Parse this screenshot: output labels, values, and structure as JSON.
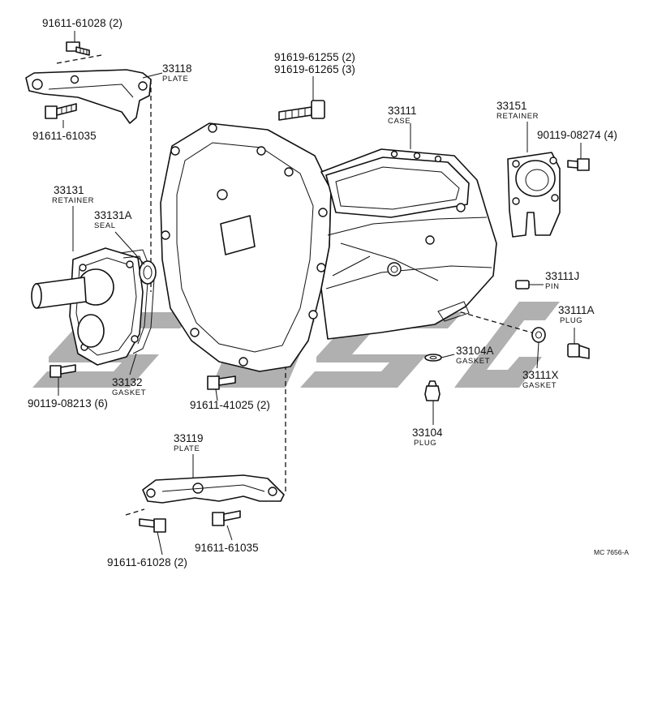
{
  "reference_code": "MC 7656-A",
  "callouts": {
    "c1": {
      "number": "91611-61028",
      "qty": "(2)"
    },
    "c2": {
      "number": "33118",
      "name": "PLATE"
    },
    "c3": {
      "number": "91611-61035"
    },
    "c4a": {
      "number": "91619-61255",
      "qty": "(2)"
    },
    "c4b": {
      "number": "91619-61265",
      "qty": "(3)"
    },
    "c5": {
      "number": "33111",
      "name": "CASE"
    },
    "c6": {
      "number": "33151",
      "name": "RETAINER"
    },
    "c7": {
      "number": "90119-08274",
      "qty": "(4)"
    },
    "c8": {
      "number": "33131",
      "name": "RETAINER"
    },
    "c9": {
      "number": "33131A",
      "name": "SEAL"
    },
    "c10": {
      "number": "33111J",
      "name": "PIN"
    },
    "c11": {
      "number": "33111A",
      "name": "PLUG"
    },
    "c12": {
      "number": "33104A",
      "name": "GASKET"
    },
    "c13": {
      "number": "33111X",
      "name": "GASKET"
    },
    "c14": {
      "number": "33132",
      "name": "GASKET"
    },
    "c15": {
      "number": "90119-08213",
      "qty": "(6)"
    },
    "c16": {
      "number": "91611-41025",
      "qty": "(2)"
    },
    "c17": {
      "number": "33104",
      "name": "PLUG"
    },
    "c18": {
      "number": "33119",
      "name": "PLATE"
    },
    "c19": {
      "number": "91611-61035"
    },
    "c20": {
      "number": "91611-61028",
      "qty": "(2)"
    }
  }
}
